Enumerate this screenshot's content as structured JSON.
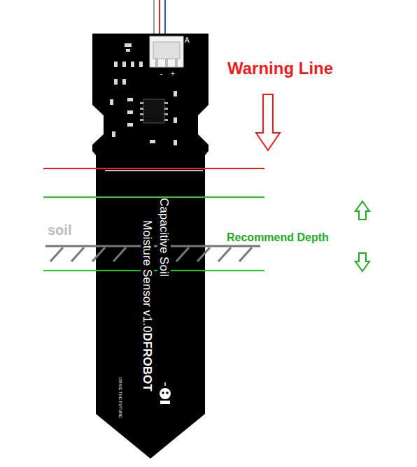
{
  "diagram": {
    "labels": [
      "Warning Line",
      "Recommend Depth",
      "soil",
      "Capacitive Soil",
      "Moisture Sensor v1.0",
      "DFROBOT",
      "DRIVE THE FUTURE",
      "A",
      "-",
      "+"
    ]
  }
}
